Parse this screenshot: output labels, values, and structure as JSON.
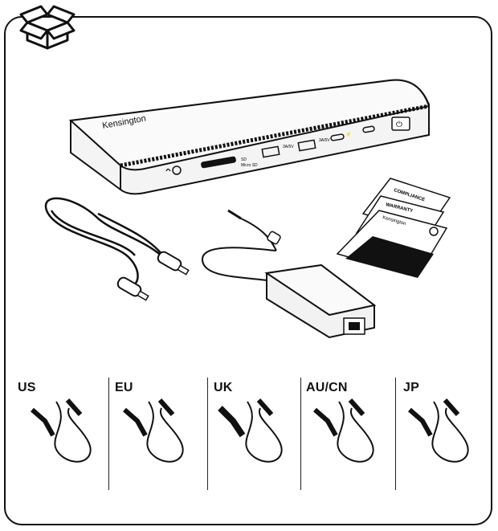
{
  "device": {
    "brand": "Kensington",
    "port_labels": {
      "sd": "SD",
      "micro_sd": "Micro SD",
      "usb_power_1": "3A/5V",
      "usb_power_2": "3A/5V"
    }
  },
  "documents": {
    "compliance": "COMPLIANCE",
    "warranty": "WARRANTY",
    "guide_brand": "Kensington"
  },
  "regions": [
    {
      "label": "US"
    },
    {
      "label": "EU"
    },
    {
      "label": "UK"
    },
    {
      "label": "AU/CN"
    },
    {
      "label": "JP"
    }
  ],
  "colors": {
    "line": "#111111",
    "device_fill": "#f2f2f2"
  }
}
